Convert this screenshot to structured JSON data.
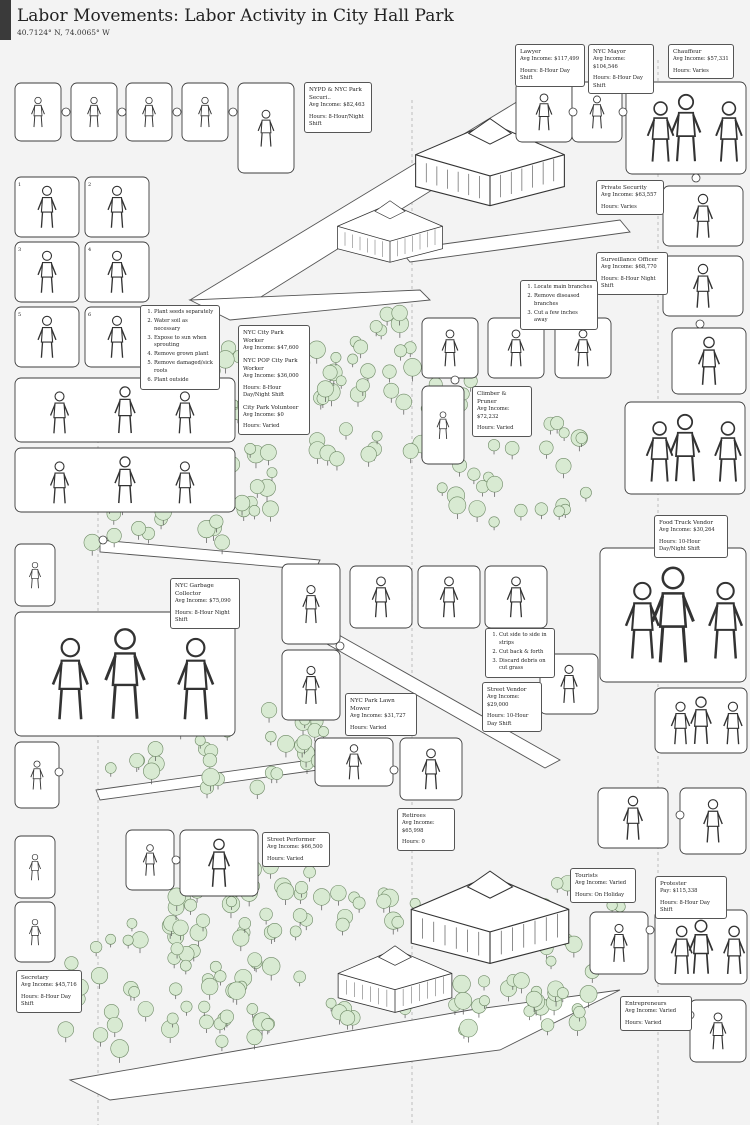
{
  "header": {
    "title": "Labor Movements: Labor Activity in City Hall Park",
    "coordinates": "40.7124° N, 74.0065° W"
  },
  "labels": {
    "nypd": {
      "role": "NYPD & NYC Park Securi..",
      "income": "Avg Income: $82,463",
      "hours": "Hours: 8-Hour/Night Shift"
    },
    "lawyer": {
      "role": "Lawyer",
      "income": "Avg Income: $117,499",
      "hours": "Hours: 8-Hour Day Shift"
    },
    "mayor": {
      "role": "NYC Mayor",
      "income": "Avg Income: $104,546",
      "hours": "Hours: 8-Hour Day Shift"
    },
    "chauffeur": {
      "role": "Chauffeur",
      "income": "Avg Income: $57,331",
      "hours": "Hours: Varies"
    },
    "private_security": {
      "role": "Private Security",
      "income": "Avg Income: $63,557",
      "hours": "Hours: Varies"
    },
    "surveillance": {
      "role": "Surveillance Officer",
      "income": "Avg Income: $68,770",
      "hours": "Hours: 8-Hour Night Shift"
    },
    "planting_steps": [
      "Plant seeds separately",
      "Water soil as necessary",
      "Expose to sun when sprouting",
      "Remove grown plant",
      "Remove damaged/sick roots",
      "Plant outside"
    ],
    "park_worker": {
      "role1": "NYC City Park Worker",
      "income1": "Avg Income: $47,600",
      "role2": "NYC POP City Park Worker",
      "income2": "Avg Income: $36,000",
      "hours": "Hours: 8-Hour Day/Night Shift",
      "role3": "City Park Volunteer",
      "income3": "Avg Income: $0",
      "hours3": "Hours: Varied"
    },
    "pruning_steps": [
      "Locate main branches",
      "Remove diseased branches",
      "Cut a few inches away"
    ],
    "climber": {
      "role": "Climber & Pruner",
      "income": "Avg Income: $72,232",
      "hours": "Hours: Varied"
    },
    "food_truck": {
      "role": "Food Truck Vendor",
      "income": "Avg Income: $30,264",
      "hours": "Hours: 10-Hour Day/Night Shift"
    },
    "garbage": {
      "role": "NYC Garbage Collector",
      "income": "Avg Income: $75,090",
      "hours": "Hours: 8-Hour Night Shift"
    },
    "mowing_steps": [
      "Cut side to side in strips",
      "Cut back & forth",
      "Discard debris on cut grass"
    ],
    "street_vendor": {
      "role": "Street Vendor",
      "income": "Avg Income: $29,000",
      "hours": "Hours: 10-Hour Day Shift"
    },
    "lawn_mower": {
      "role": "NYC Park Lawn Mower",
      "income": "Avg Income: $31,727",
      "hours": "Hours: Varied"
    },
    "retiree": {
      "role": "Retirees",
      "income": "Avg Income: $65,998",
      "hours": "Hours: 0"
    },
    "performer": {
      "role": "Street Performer",
      "income": "Avg Income: $66,500",
      "hours": "Hours: Varied"
    },
    "tourist": {
      "role": "Tourists",
      "income": "Avg Income: Varied",
      "hours": "Hours: On Holiday"
    },
    "protester": {
      "role": "Protester",
      "income": "Pay: $115,338",
      "hours": "Hours: 8-Hour Day Shift"
    },
    "secretary": {
      "role": "Secretary",
      "income": "Avg Income: $45,716",
      "hours": "Hours: 8-Hour Day Shift"
    },
    "entrepreneur": {
      "role": "Entrepreneurs",
      "income": "Avg Income: Varied",
      "hours": "Hours: Varied"
    }
  },
  "step_numbers": [
    "1",
    "2",
    "3",
    "4",
    "5",
    "6"
  ],
  "colors": {
    "background": "#f3f3f3",
    "tree_fill": "#d8ead2",
    "line": "#444444",
    "panel_fill": "#ffffff"
  }
}
